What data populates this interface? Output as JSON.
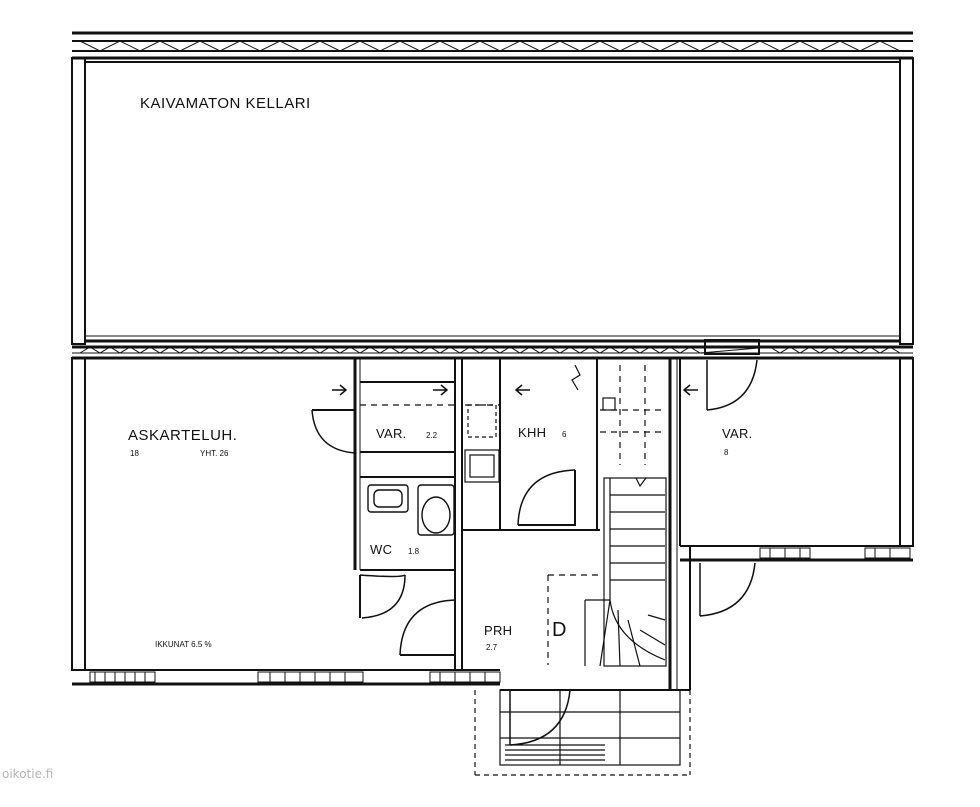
{
  "rooms": {
    "basement": {
      "name": "KAIVAMATON KELLARI"
    },
    "hobby": {
      "name": "ASKARTELUH.",
      "area": "18",
      "total": "YHT. 26"
    },
    "storage_small": {
      "name": "VAR.",
      "area": "2.2"
    },
    "utility": {
      "name": "KHH",
      "area": "6"
    },
    "storage_right": {
      "name": "VAR.",
      "area": "8"
    },
    "wc": {
      "name": "WC",
      "area": "1.8"
    },
    "hall": {
      "name": "PRH",
      "area": "2.7"
    }
  },
  "notes": {
    "windows": "IKKUNAT 6.5 %",
    "stair_mark": "D"
  },
  "watermark": "oikotie.fi",
  "colors": {
    "line": "#111111",
    "background": "#ffffff",
    "watermark": "#b5b5b5"
  }
}
